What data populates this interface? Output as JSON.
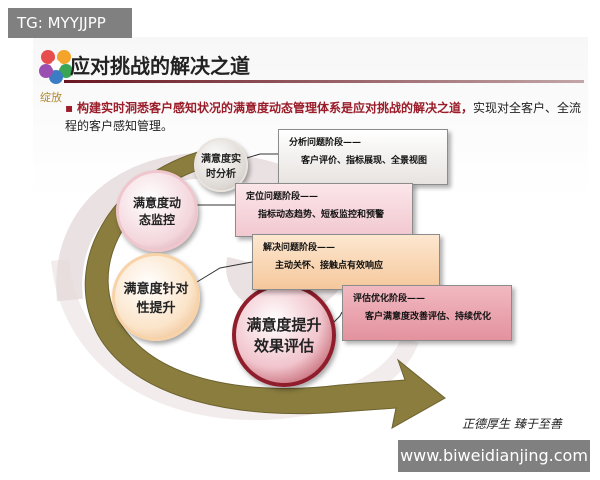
{
  "watermarks": {
    "top": "TG: MYYJJPP",
    "bottom": "www.biweidianjing.com"
  },
  "slide": {
    "logo_text": "绽放",
    "title": "应对挑战的解决之道",
    "intro": {
      "bullet": "▪",
      "highlight": "构建实时洞悉客户感知状况的满意度动态管理体系是应对挑战的解决之道，",
      "rest": "实现对全客户、全流程的客户感知管理。"
    },
    "stages": [
      {
        "circle": [
          "满意度实",
          "时分析"
        ],
        "title": "分析问题阶段——",
        "detail": "客户评价、指标展现、全景视图"
      },
      {
        "circle": [
          "满意度动",
          "态监控"
        ],
        "title": "定位问题阶段——",
        "detail": "指标动态趋势、短板监控和预警"
      },
      {
        "circle": [
          "满意度针对",
          "性提升"
        ],
        "title": "解决问题阶段——",
        "detail": "主动关怀、接触点有效响应"
      },
      {
        "circle": [
          "满意度提升",
          "效果评估"
        ],
        "title": "评估优化阶段——",
        "detail": "客户满意度改善评估、持续优化"
      }
    ],
    "slogan": "正德厚生  臻于至善"
  },
  "colors": {
    "accent": "#9b1d2a",
    "arrow": "#8a7d3e",
    "swirl": "#c9b8b8"
  }
}
